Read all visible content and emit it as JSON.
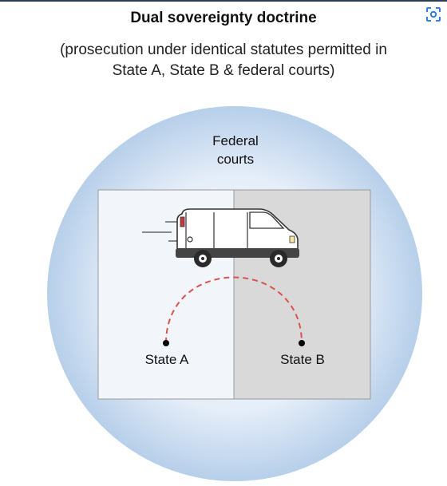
{
  "title": "Dual sovereignty doctrine",
  "subtitle_line1": "(prosecution under identical statutes permitted in",
  "subtitle_line2": "State A, State B & federal courts)",
  "labels": {
    "federal_line1": "Federal",
    "federal_line2": "courts",
    "state_a": "State A",
    "state_b": "State B"
  },
  "icons": {
    "lens": "visual-search-icon",
    "vehicle": "van-icon"
  },
  "colors": {
    "circle_outer": "#b9d0ea",
    "circle_inner": "#eef4fb",
    "left_panel": "#f2f6fa",
    "right_panel": "#d9d9d9",
    "arc": "#d9534f"
  }
}
